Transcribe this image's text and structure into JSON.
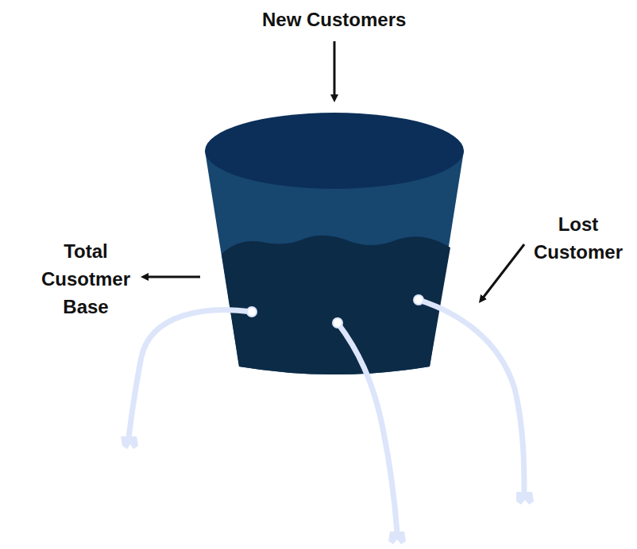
{
  "diagram": {
    "labels": [
      "New Customers",
      "Total Cusotmer Base",
      "Lost Customer"
    ]
  }
}
